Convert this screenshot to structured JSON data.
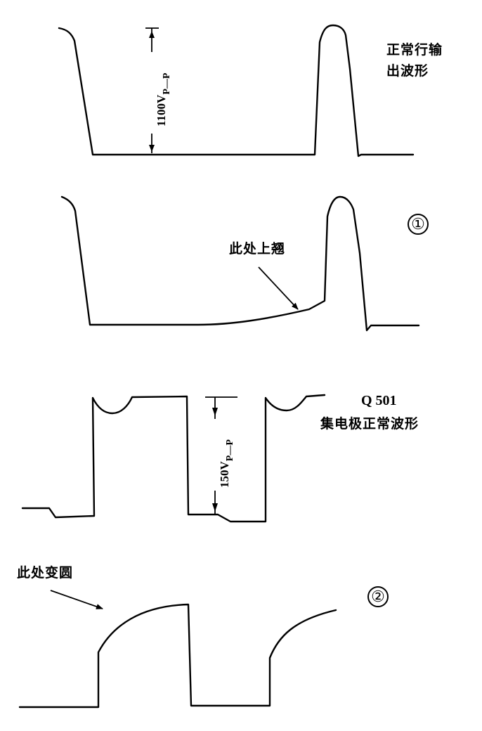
{
  "panels": [
    {
      "id": "normal-hout",
      "caption_line1": "正常行输",
      "caption_line2": "出波形",
      "measurement": {
        "value": "1100V",
        "subscript": "P—P"
      }
    },
    {
      "id": "fault-1",
      "marker": "①",
      "annotation": "此处上翘"
    },
    {
      "id": "q501-normal",
      "caption_line1": "Q 501",
      "caption_line2": "集电极正常波形",
      "measurement": {
        "value": "150V",
        "subscript": "P—P"
      }
    },
    {
      "id": "fault-2",
      "marker": "②",
      "annotation": "此处变圆"
    }
  ],
  "colors": {
    "stroke": "#000000",
    "background": "#ffffff"
  }
}
